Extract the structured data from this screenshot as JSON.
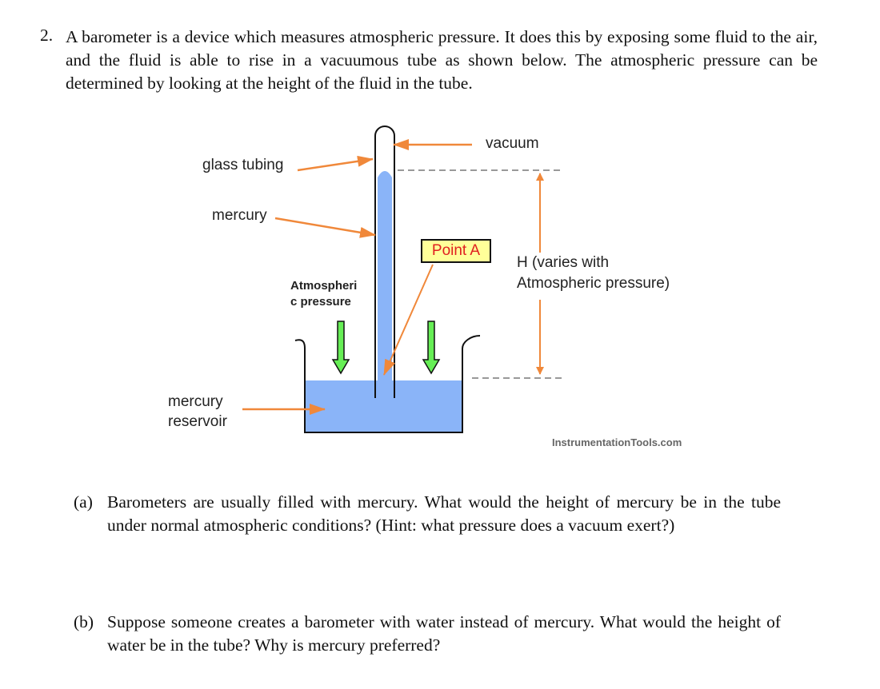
{
  "question": {
    "number": "2.",
    "text": "A barometer is a device which measures atmospheric pressure. It does this by exposing some fluid to the air, and the fluid is able to rise in a vacuumous tube as shown below. The atmospheric pressure can be determined by looking at the height of the fluid in the tube."
  },
  "figure": {
    "labels": {
      "vacuum": "vacuum",
      "glass_tubing": "glass tubing",
      "mercury": "mercury",
      "point_a": "Point A",
      "h_line1": "H (varies with",
      "h_line2": "Atmospheric pressure)",
      "atm_line1": "Atmospheri",
      "atm_line2": "c pressure",
      "reservoir_line1": "mercury",
      "reservoir_line2": "reservoir",
      "watermark": "InstrumentationTools.com"
    },
    "colors": {
      "mercury_fill": "#8ab4f8",
      "arrow_orange": "#f0883a",
      "arrow_green": "#66ee55",
      "point_a_bg": "#ffff99",
      "point_a_text": "#e02020"
    }
  },
  "parts": [
    {
      "label": "(a)",
      "text": "Barometers are usually filled with mercury. What would the height of mercury be in the tube under normal atmospheric conditions? (Hint: what pressure does a vacuum exert?)"
    },
    {
      "label": "(b)",
      "text": "Suppose someone creates a barometer with water instead of mercury. What would the height of water be in the tube? Why is mercury preferred?"
    }
  ]
}
